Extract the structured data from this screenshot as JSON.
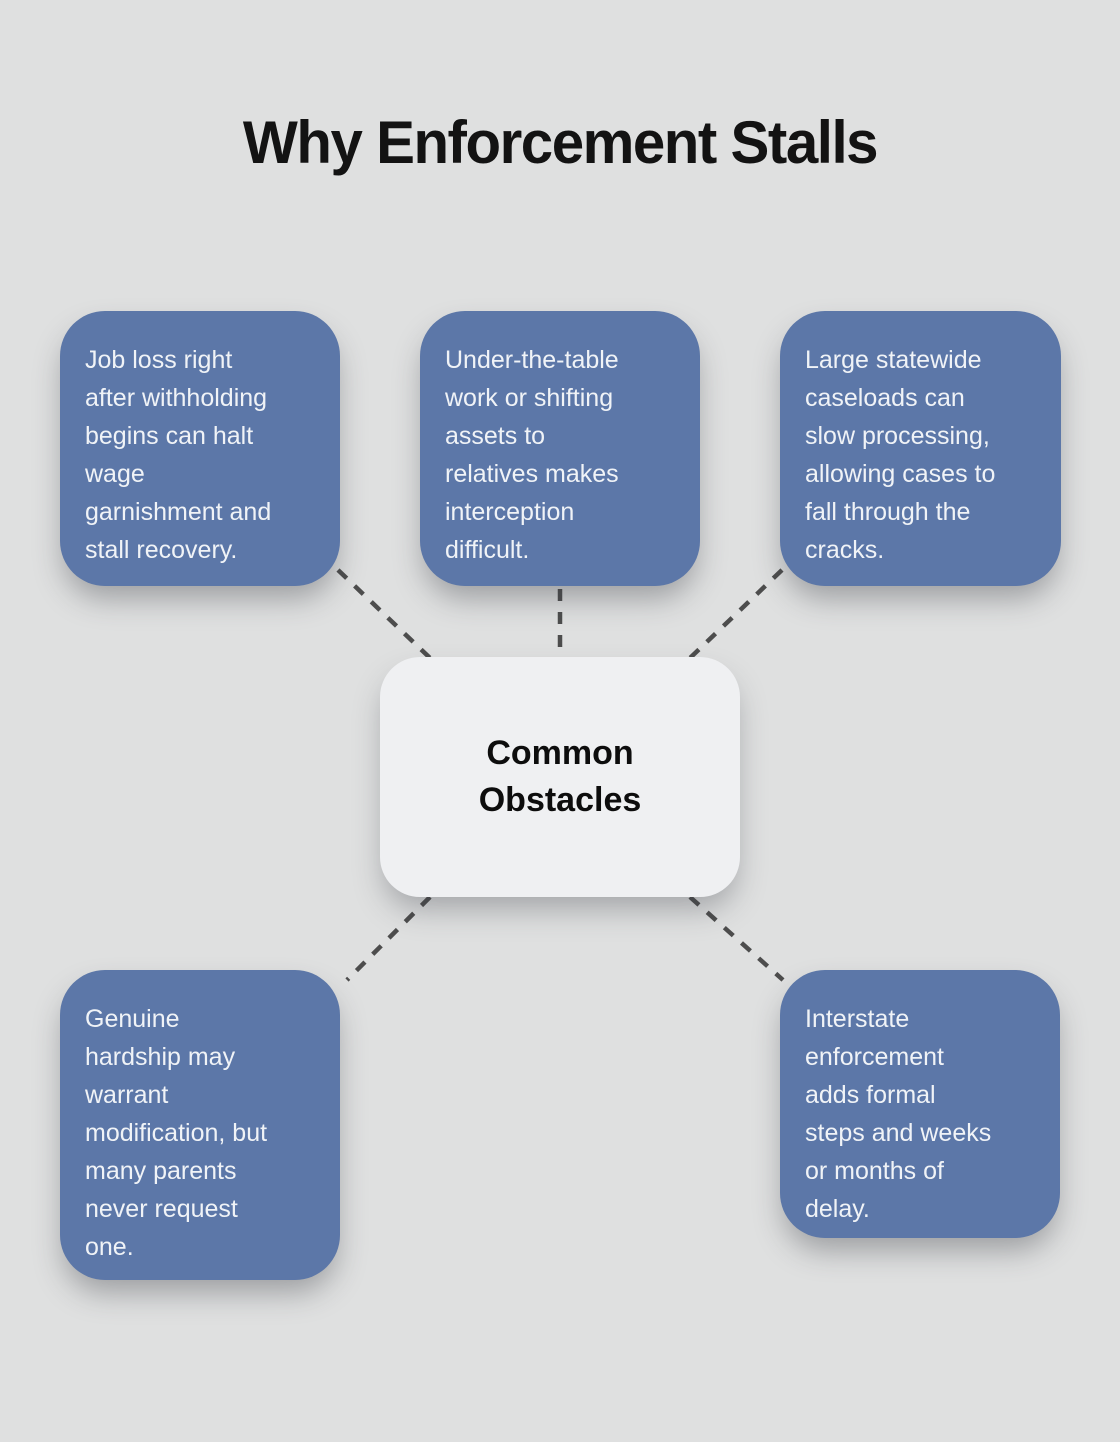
{
  "title": "Why Enforcement Stalls",
  "center": {
    "label": "Common\nObstacles"
  },
  "nodes": [
    {
      "id": "top-left",
      "text": "Job loss right\nafter withholding\nbegins can halt\nwage\ngarnishment and\nstall recovery."
    },
    {
      "id": "top-center",
      "text": "Under-the-table\nwork or shifting\nassets to\nrelatives makes\ninterception\ndifficult."
    },
    {
      "id": "top-right",
      "text": "Large statewide\ncaseloads can\nslow processing,\nallowing cases to\nfall through the\ncracks."
    },
    {
      "id": "bottom-left",
      "text": "Genuine\nhardship may\nwarrant\nmodification, but\nmany parents\nnever request\none."
    },
    {
      "id": "bottom-right",
      "text": "Interstate\nenforcement\nadds formal\nsteps and weeks\nor months of\ndelay."
    }
  ],
  "colors": {
    "background": "#dfe0e0",
    "node_fill": "#5c77a8",
    "node_text": "#f0f3f7",
    "center_fill": "#eff0f2",
    "center_text": "#0d0d0d",
    "connector": "#4d4d4d",
    "title_text": "#131313"
  }
}
